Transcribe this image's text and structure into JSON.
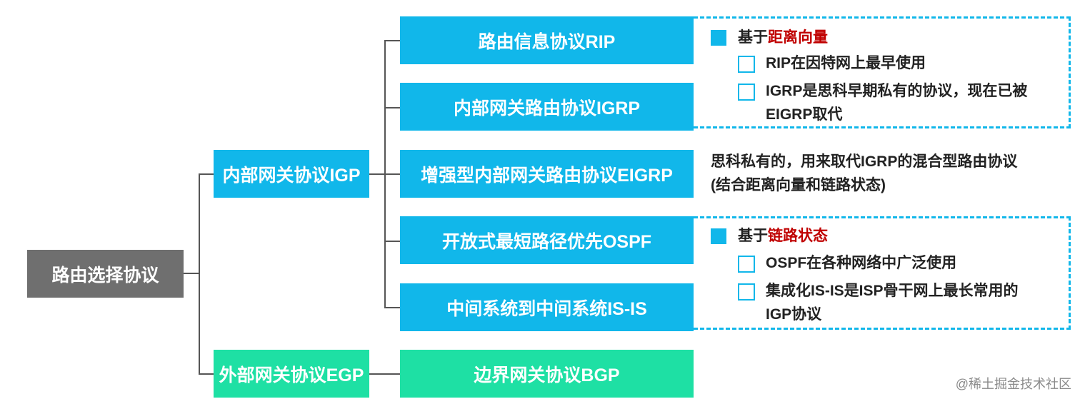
{
  "root": "路由选择协议",
  "igp": "内部网关协议IGP",
  "egp": "外部网关协议EGP",
  "leaves": {
    "rip": "路由信息协议RIP",
    "igrp": "内部网关路由协议IGRP",
    "eigrp": "增强型内部网关路由协议EIGRP",
    "ospf": "开放式最短路径优先OSPF",
    "isis": "中间系统到中间系统IS-IS",
    "bgp": "边界网关协议BGP"
  },
  "distance_vector_note": {
    "prefix": "基于",
    "highlight": "距离向量",
    "items": [
      "RIP在因特网上最早使用",
      "IGRP是思科早期私有的协议，现在已被",
      "EIGRP取代"
    ]
  },
  "eigrp_note": {
    "line1": "思科私有的，用来取代IGRP的混合型路由协议",
    "line2": "(结合距离向量和链路状态)"
  },
  "link_state_note": {
    "prefix": "基于",
    "highlight": "链路状态",
    "items": [
      "OSPF在各种网络中广泛使用",
      "集成化IS-IS是ISP骨干网上最长常用的",
      "IGP协议"
    ]
  },
  "watermark": "@稀土掘金技术社区",
  "colors": {
    "cyan": "#11b7ea",
    "green": "#1ee0a4",
    "gray": "#6f6f6f",
    "red": "#c00000"
  }
}
